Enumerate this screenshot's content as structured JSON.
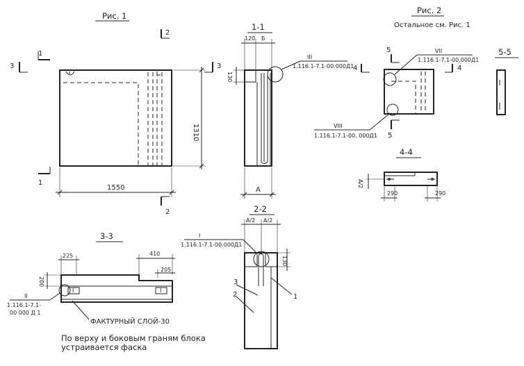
{
  "fig1": {
    "title": "Рис. 1",
    "cut_1": "1",
    "cut_2": "2",
    "cut_3": "3",
    "dim_width": "1550",
    "dim_height": "1310"
  },
  "sec11": {
    "title": "1-1",
    "dim_a": "120",
    "dim_b": "Б",
    "dim_c": "130",
    "dim_bottom": "А",
    "node_num": "III",
    "node_code": "1.116.1-7.1-00.000Д1"
  },
  "fig2": {
    "title": "Рис. 2",
    "subtitle": "Остальное см. Рис. 1",
    "cut_4": "4",
    "cut_5": "5",
    "node7_num": "VII",
    "node7_code": "1.116.1-7.1-00.000Д1",
    "node8_num": "VIII",
    "node8_code": "1.116.1-7.1-00. 000Д1"
  },
  "sec55": {
    "title": "5-5"
  },
  "sec44": {
    "title": "4-4",
    "dim_side": "А/2",
    "dim_left": "290",
    "dim_right": "290"
  },
  "sec22": {
    "title": "2-2",
    "dim_a1": "А/2",
    "dim_a2": "А/2",
    "dim_c": "130",
    "node_num": "I",
    "node_code": "1.116.1-7.1-00.000Д1",
    "label_1": "1",
    "label_2": "2",
    "label_3": "3"
  },
  "sec33": {
    "title": "3-3",
    "dim_225": "225",
    "dim_410": "410",
    "dim_205": "205",
    "dim_200": "200",
    "mark_left": "I",
    "mark_right": "I",
    "node_num": "II",
    "node_code_line1": "1.116.1-7.1-",
    "node_code_line2": "00 000 Д 1",
    "layer_note": "ФАКТУРНЫЙ СЛОЙ-30"
  },
  "note": {
    "line1": "По верху и  боковым граням блока",
    "line2": "устраивается      фаска"
  }
}
